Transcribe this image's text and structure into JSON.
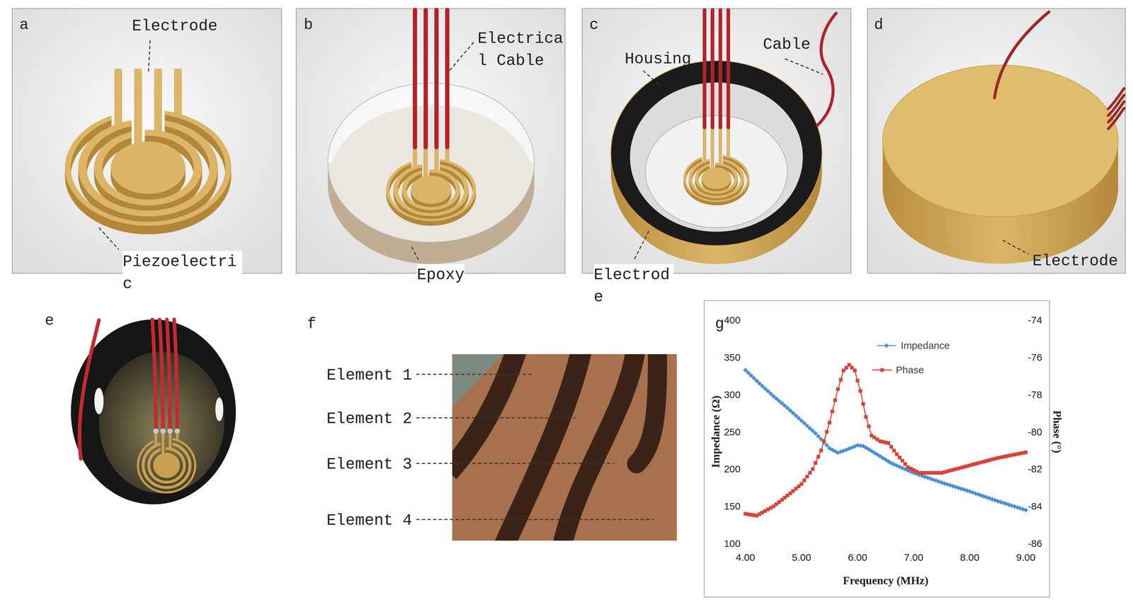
{
  "diagram": {
    "labels": [
      "a",
      "Electrode",
      "Piezoelectri c",
      "b",
      "Electrica l Cable",
      "Epoxy",
      "c",
      "Housing",
      "Cable",
      "Electrod e",
      "d",
      "Electrode",
      "e",
      "f",
      "Element 1",
      "Element 2",
      "Element 3",
      "Element 4",
      "g",
      "Impedance (Ω)",
      "Phase (°)",
      "Frequency (MHz)",
      "400",
      "350",
      "300",
      "250",
      "200",
      "150",
      "100",
      "-74",
      "-76",
      "-78",
      "-80",
      "-82",
      "-84",
      "-86",
      "4.00",
      "5.00",
      "6.00",
      "7.00",
      "8.00",
      "9.00"
    ],
    "legend": [
      {
        "text": "Impedance"
      },
      {
        "text": "Phase"
      }
    ]
  }
}
